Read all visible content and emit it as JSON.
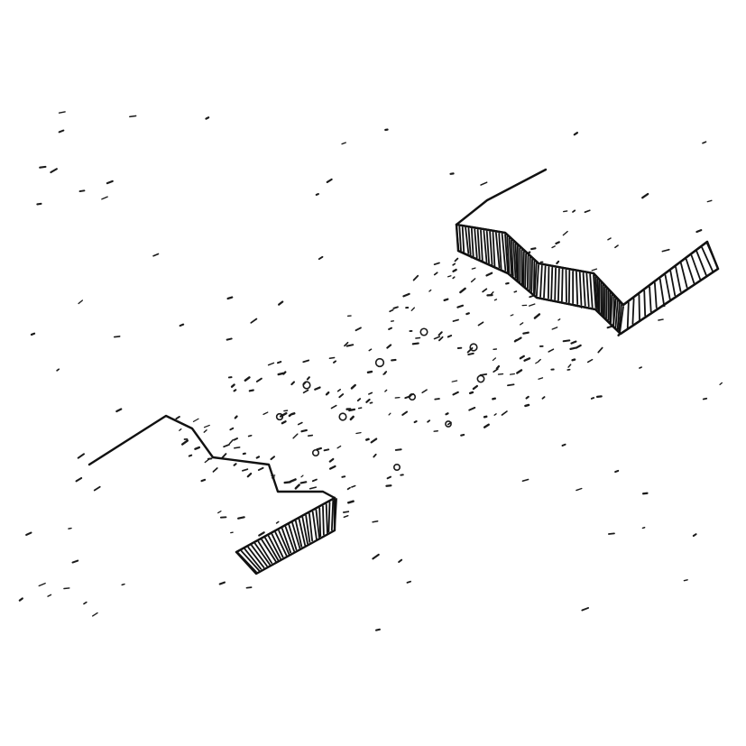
{
  "drawing": {
    "ink_color": "#111111",
    "paper_color": "#ffffff",
    "style": "hand-drawn pen sketch",
    "elements": [
      "left-ground-block",
      "right-ground-block",
      "speckled-gravel-channel"
    ]
  }
}
